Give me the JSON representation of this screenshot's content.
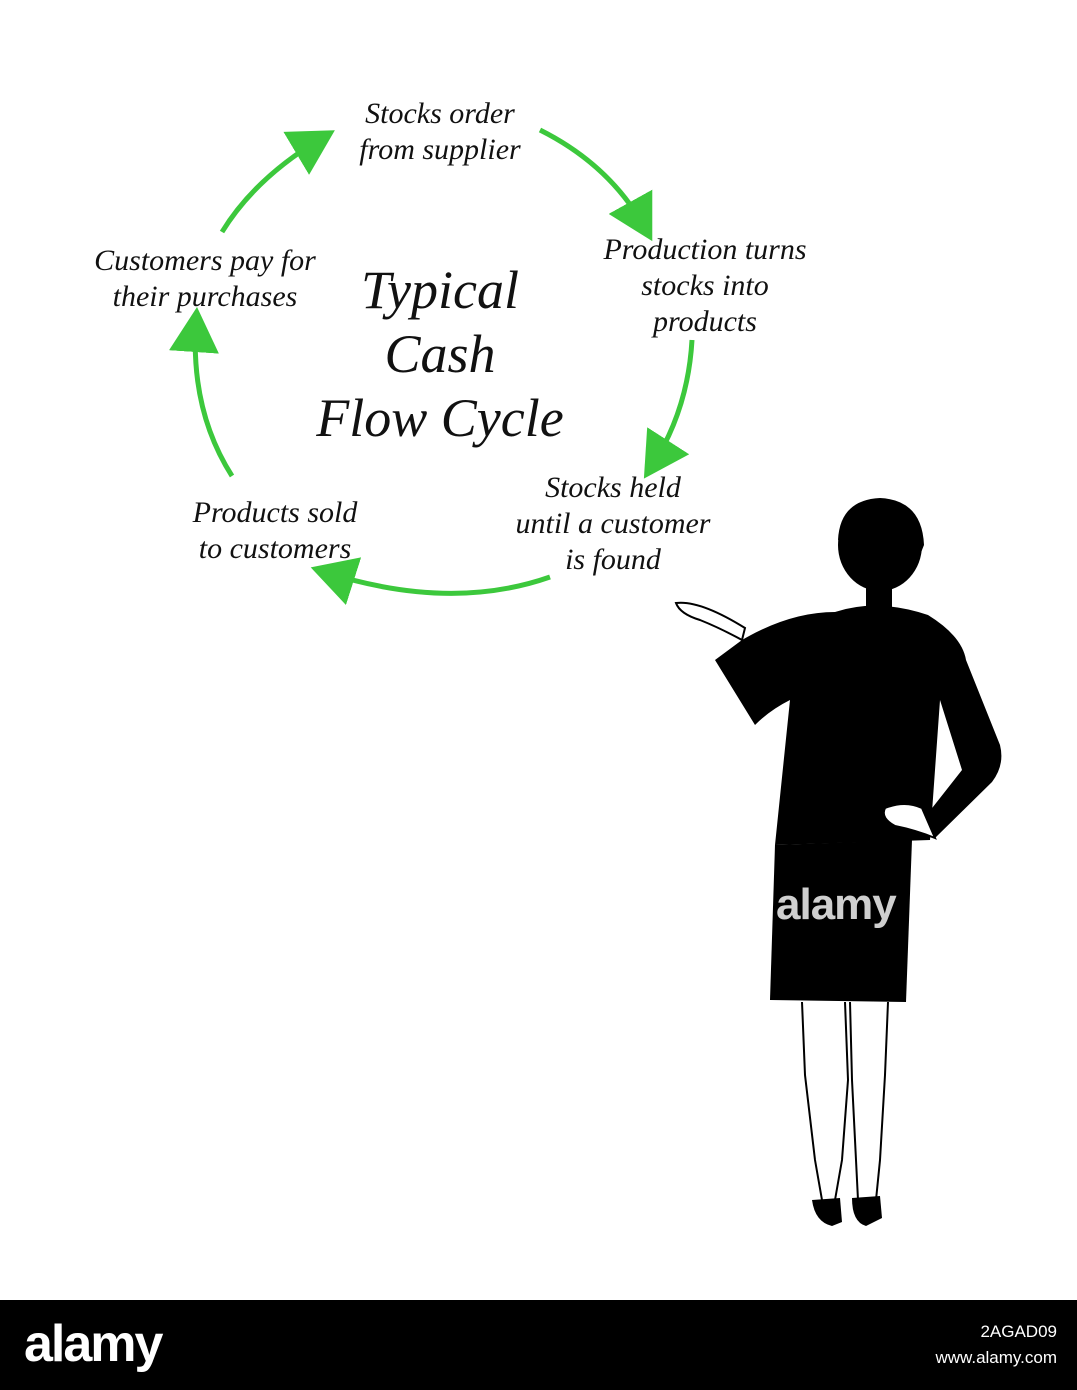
{
  "diagram": {
    "title": "Typical\nCash\nFlow Cycle",
    "steps": [
      "Stocks order\nfrom supplier",
      "Production turns\nstocks into\nproducts",
      "Stocks held\nuntil a customer\nis found",
      "Products sold\nto customers",
      "Customers pay for\ntheir purchases"
    ],
    "arrow_color": "#3cc83c",
    "text_color": "#111111"
  },
  "watermark": {
    "text": "alamy"
  },
  "footer": {
    "logo": "alamy",
    "image_id": "2AGAD09",
    "url": "www.alamy.com",
    "background": "#000000"
  }
}
